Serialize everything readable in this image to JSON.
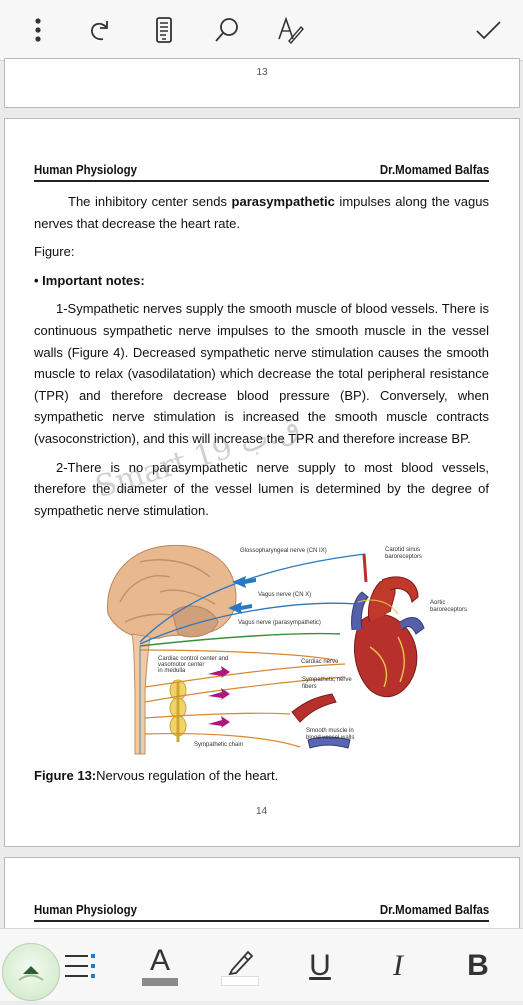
{
  "toolbar": {
    "icons": [
      "more-vertical-icon",
      "redo-icon",
      "page-view-icon",
      "search-icon",
      "edit-pen-icon",
      "checkmark-icon"
    ]
  },
  "pages": {
    "prev_number": "13",
    "current_number": "14"
  },
  "header": {
    "left": "Human Physiology",
    "right": "Dr.Momamed Balfas"
  },
  "content": {
    "p1_before": "The inhibitory center sends ",
    "p1_bold": "parasympathetic",
    "p1_after": " impulses along the vagus nerves that decrease the heart rate.",
    "figure_line": "Figure:",
    "notes_heading": "• Important notes:",
    "p2": "1-Sympathetic nerves supply the smooth muscle of blood vessels. There is continuous sympathetic nerve impulses to the smooth muscle in the vessel walls (Figure 4). Decreased sympathetic nerve stimulation causes the smooth muscle to relax (vasodilatation) which decrease the total peripheral resistance (TPR) and therefore decrease blood pressure (BP). Conversely, when sympathetic nerve stimulation is increased the smooth muscle contracts (vasoconstriction), and this will increase the TPR and therefore increase BP.",
    "p3": "2-There is no parasympathetic nerve supply to most blood vessels, therefore the diameter of the vessel lumen is determined by the degree of sympathetic nerve stimulation."
  },
  "figure": {
    "labels": {
      "glosso": "Glossopharyngeal nerve (CN IX)",
      "carotid": "Carotid sinus",
      "carotid2": "baroreceptors",
      "vagus_cnx": "Vagus nerve (CN X)",
      "aortic": "Aortic",
      "aortic2": "baroreceptors",
      "vagus_para": "Vagus nerve (parasympathetic)",
      "cardiac_center": "Cardiac control center and",
      "cardiac_center2": "vasomotor center",
      "cardiac_center3": "in medulla",
      "cardiac_nerve": "Cardiac nerve",
      "symp_fibers": "Sympathetic nerve",
      "symp_fibers2": "fibers",
      "smooth_muscle": "Smooth muscle in",
      "smooth_muscle2": "blood vessel walls",
      "symp_chain": "Sympathetic chain"
    },
    "caption_bold": "Figure 13:",
    "caption_text": "Nervous regulation of the heart."
  },
  "watermark": "Smart 19 ق.ب",
  "bottom_toolbar": {
    "font_color_glyph": "A",
    "underline_glyph": "U",
    "italic_glyph": "I",
    "bold_glyph": "B"
  },
  "colors": {
    "toolbar_bg": "#f7f7f7",
    "page_border": "#b9b9b9",
    "nerve_blue": "#2a78c2",
    "nerve_green": "#3b8f3b",
    "nerve_orange": "#d7892e",
    "arrow_magenta": "#b0177a"
  }
}
